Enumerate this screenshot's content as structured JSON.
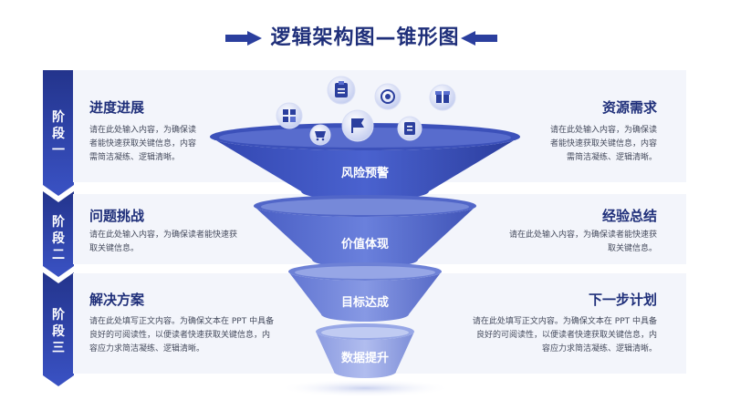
{
  "title": "逻辑架构图—锥形图",
  "stages": [
    {
      "chars": [
        "阶",
        "段",
        "一"
      ]
    },
    {
      "chars": [
        "阶",
        "段",
        "二"
      ]
    },
    {
      "chars": [
        "阶",
        "段",
        "三"
      ]
    }
  ],
  "left_items": [
    {
      "heading": "进度进展",
      "lines": [
        "请在此处输入内容，为确保读",
        "者能快速获取关键信息，内容",
        "需简洁凝练、逻辑清晰。"
      ]
    },
    {
      "heading": "问题挑战",
      "lines": [
        "请在此处输入内容，为确保读者能快速获",
        "取关键信息。"
      ]
    },
    {
      "heading": "解决方案",
      "lines": [
        "请在此处填写正文内容。为确保文本在 PPT 中具备",
        "良好的可阅读性，以便读者快速获取关键信息，内",
        "容应力求简洁凝练、逻辑清晰。"
      ]
    }
  ],
  "right_items": [
    {
      "heading": "资源需求",
      "lines": [
        "请在此处输入内容，为确保读",
        "者能快速获取关键信息，内容",
        "需简洁凝练、逻辑清晰。"
      ]
    },
    {
      "heading": "经验总结",
      "lines": [
        "请在此处输入内容，为确保读者能快速获",
        "取关键信息。"
      ]
    },
    {
      "heading": "下一步计划",
      "lines": [
        "请在此处填写正文内容。为确保文本在 PPT 中具备",
        "良好的可阅读性，以便读者快速获取关键信息，内",
        "容应力求简洁凝练、逻辑清晰。"
      ]
    }
  ],
  "funnel_layers": [
    "风险预警",
    "价值体现",
    "目标达成",
    "数据提升"
  ],
  "colors": {
    "primary": "#2b3f9e",
    "dark": "#1f2f7a",
    "panel": "#f3f5fb",
    "light": "#aab8ea"
  },
  "icons": [
    "grid-icon",
    "clipboard-icon",
    "target-icon",
    "gift-icon",
    "cart-icon",
    "flag-icon",
    "document-icon"
  ]
}
